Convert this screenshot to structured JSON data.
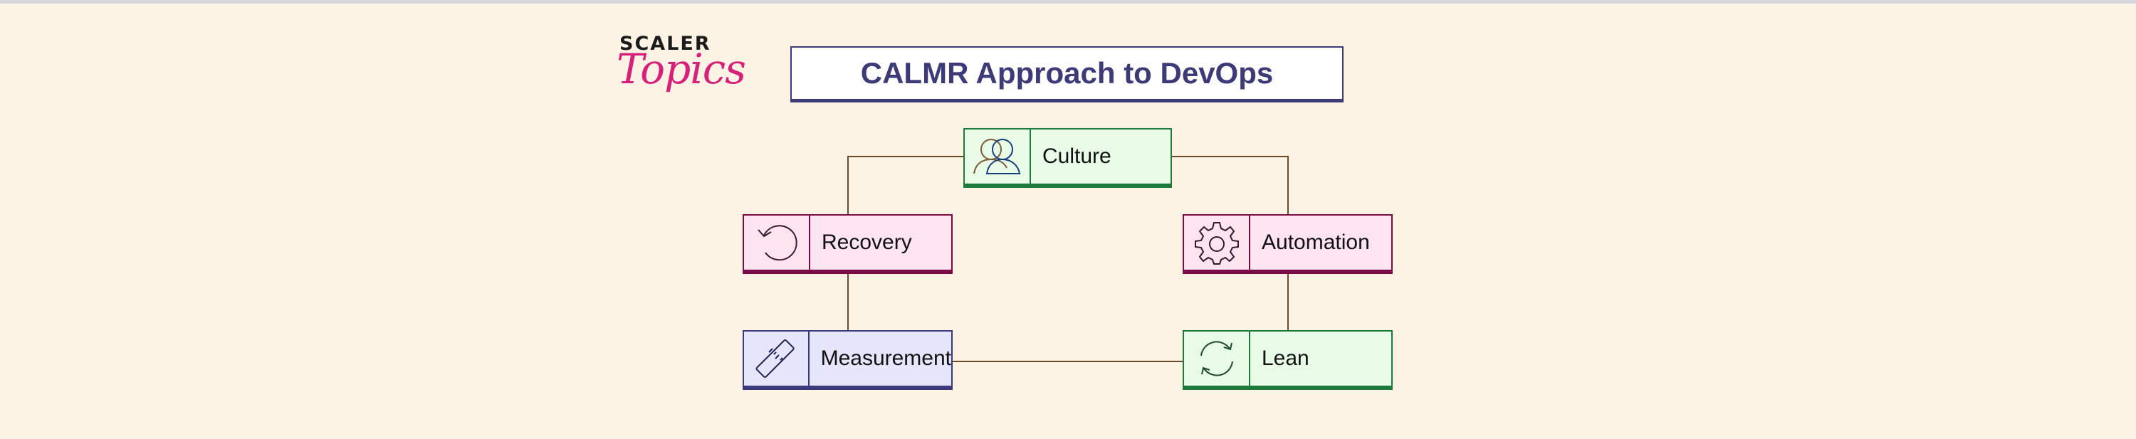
{
  "logo": {
    "line1": "SCALER",
    "line2": "Topics"
  },
  "title": "CALMR Approach to DevOps",
  "nodes": {
    "culture": {
      "label": "Culture",
      "icon": "people-icon",
      "color": "#1c7a3b"
    },
    "automation": {
      "label": "Automation",
      "icon": "gear-icon",
      "color": "#7b0b46"
    },
    "lean": {
      "label": "Lean",
      "icon": "refresh-cycle-icon",
      "color": "#1c7a3b"
    },
    "measurement": {
      "label": "Measurement",
      "icon": "ruler-icon",
      "color": "#3b3a7e"
    },
    "recovery": {
      "label": "Recovery",
      "icon": "undo-icon",
      "color": "#7b0b46"
    }
  },
  "colors": {
    "background": "#fdf3e5",
    "title": "#3d3a78",
    "connector": "#6b4a2e"
  }
}
